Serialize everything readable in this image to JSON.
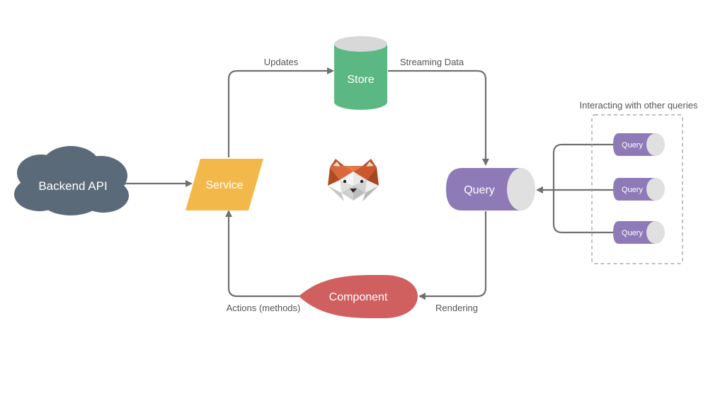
{
  "nodes": {
    "backend_api": {
      "label": "Backend API",
      "color": "#5b6a78"
    },
    "service": {
      "label": "Service",
      "color": "#f2b94a"
    },
    "store": {
      "label": "Store",
      "color": "#5cb882",
      "top_color": "#d8d8d8"
    },
    "query": {
      "label": "Query",
      "color": "#8f7ab8",
      "end_color": "#e0e0e0"
    },
    "component": {
      "label": "Component",
      "color": "#d05f5f"
    },
    "other_queries": [
      {
        "label": "Query"
      },
      {
        "label": "Query"
      },
      {
        "label": "Query"
      }
    ]
  },
  "edges": {
    "updates": "Updates",
    "streaming_data": "Streaming Data",
    "rendering": "Rendering",
    "actions": "Actions (methods)"
  },
  "group": {
    "label": "Interacting with other queries"
  },
  "logo": {
    "icon": "akita-dog-icon"
  },
  "colors": {
    "connector": "#707070",
    "label_text": "#555555"
  }
}
